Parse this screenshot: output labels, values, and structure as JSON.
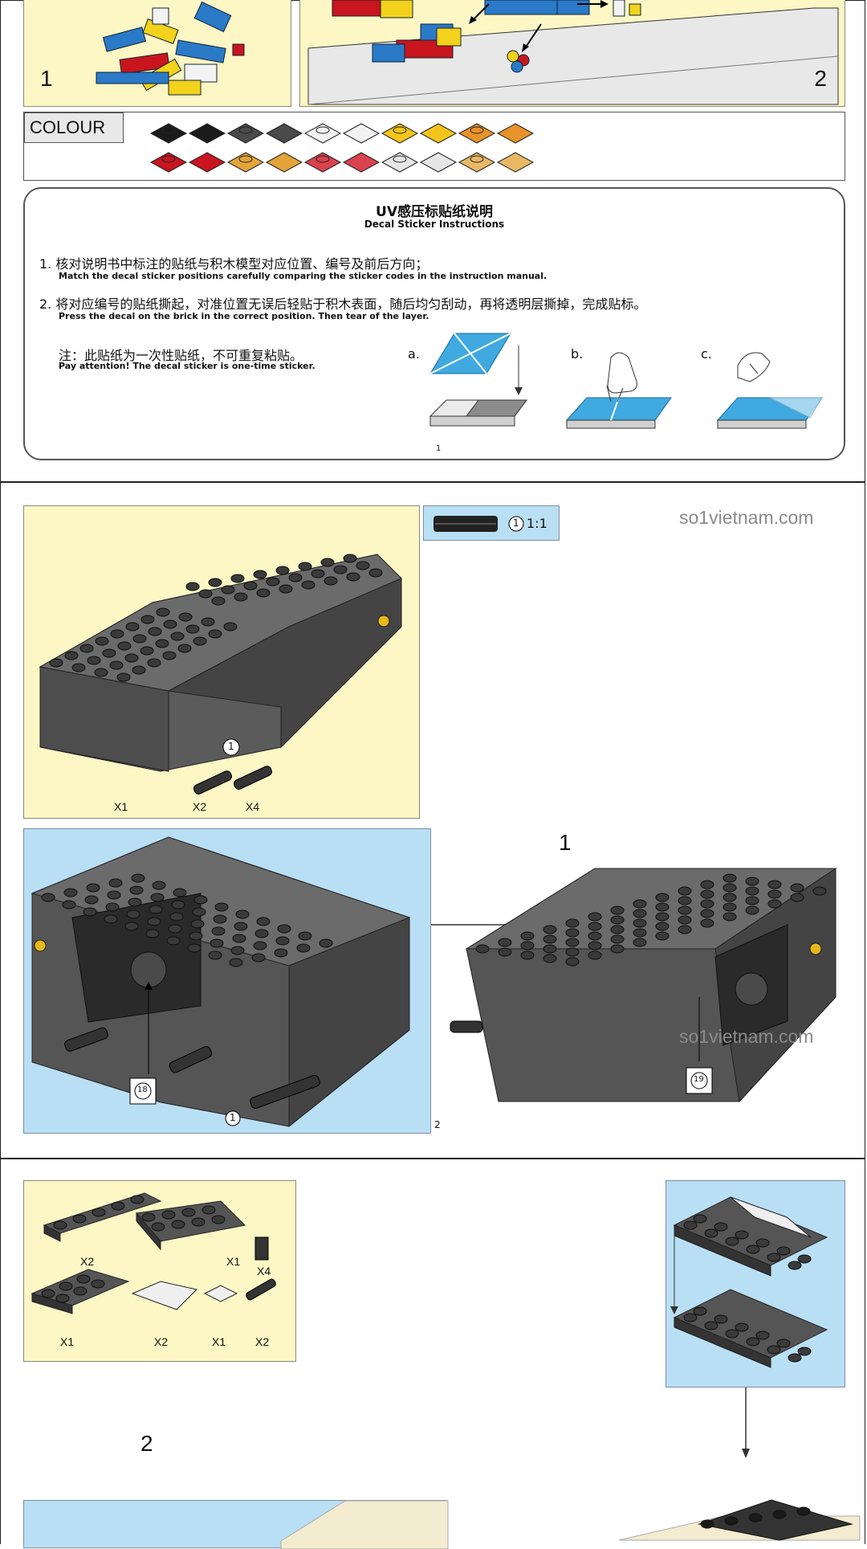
{
  "top_section": {
    "panel1_number": "1",
    "panel2_number": "2"
  },
  "colour": {
    "label": "COLOUR",
    "swatches_row1": [
      "#1b1b1b",
      "#1b1b1b",
      "#4a4a4a",
      "#4a4a4a",
      "#f2f2f2",
      "#f2f2f2",
      "#f3c51b",
      "#f3c51b",
      "#e8922b",
      "#e8922b"
    ],
    "swatches_row2": [
      "#c8151e",
      "#c8151e",
      "#e3a43a",
      "#e3a43a",
      "#d9434e",
      "#d9434e",
      "#e6e6e6",
      "#e6e6e6",
      "#e8b864",
      "#e8b864"
    ]
  },
  "decal": {
    "title_cn": "UV感压标贴纸说明",
    "title_en": "Decal Sticker Instructions",
    "step1_cn": "1. 核对说明书中标注的贴纸与积木模型对应位置、编号及前后方向；",
    "step1_en": "Match the decal sticker positions carefully comparing the sticker codes in the  instruction manual.",
    "step2_cn": "2. 将对应编号的贴纸撕起，对准位置无误后轻贴于积木表面，随后均匀刮动，再将透明层撕掉，完成贴标。",
    "step2_en": "Press the decal on the brick in the correct position. Then tear of the layer.",
    "note_cn": "注：此贴纸为一次性贴纸，不可重复粘贴。",
    "note_en": "Pay attention! The decal sticker is one-time sticker.",
    "fig_a": "a.",
    "fig_b": "b.",
    "fig_c": "c.",
    "fig_a_sub": "1"
  },
  "step1": {
    "scale_label": "1:1",
    "scale_circle": "1",
    "parts": [
      {
        "qty": "X1"
      },
      {
        "qty": "X2",
        "circle": "1"
      },
      {
        "qty": "X4"
      }
    ],
    "step_number": "1",
    "sticker_left": "18",
    "sticker_right": "19",
    "callout_circle": "1",
    "sub_number": "2",
    "watermark1": "so1vietnam.com",
    "watermark2": "so1vietnam.com"
  },
  "step2": {
    "parts": [
      {
        "qty": "X2"
      },
      {
        "qty": "X1"
      },
      {
        "qty": "X4"
      },
      {
        "qty": "X1"
      },
      {
        "qty": "X2"
      },
      {
        "qty": "X1"
      },
      {
        "qty": "X2"
      }
    ],
    "step_number": "2"
  }
}
